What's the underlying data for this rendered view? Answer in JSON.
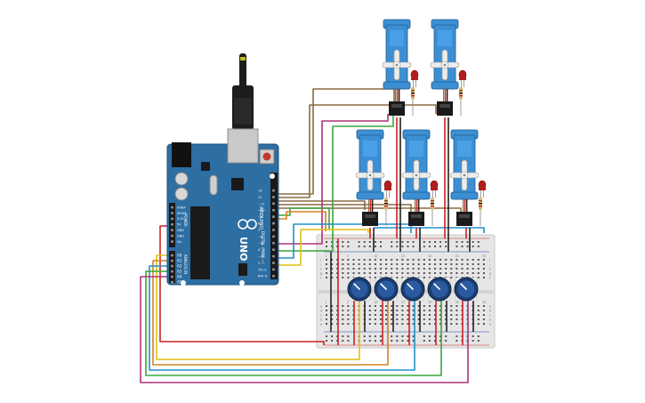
{
  "arduino": {
    "brand": "ARDUINO",
    "model": "UNO",
    "label_aref": "AREF",
    "label_gnd": "GND",
    "label_digital": "DIGITAL (PWM ~)",
    "label_tx": "TX",
    "label_rx": "RX",
    "label_power": "POWER",
    "label_analog": "ANALOG IN",
    "digital_pins": [
      "13",
      "12",
      "~11",
      "~10",
      "~9",
      "8",
      "7",
      "~6",
      "~5",
      "4",
      "~3",
      "2",
      "TX→1",
      "RX←0"
    ],
    "power_pins": [
      "IOREF",
      "RESET",
      "3.3V",
      "5V",
      "GND",
      "GND",
      "Vin"
    ],
    "analog_pins": [
      "A0",
      "A1",
      "A2",
      "A3",
      "A4",
      "A5"
    ]
  },
  "breadboard": {
    "row_letters_top": [
      "j",
      "i",
      "h",
      "g",
      "f"
    ],
    "row_letters_bottom": [
      "e",
      "d",
      "c",
      "b",
      "a"
    ],
    "column_numbers": [
      "1",
      "5",
      "10",
      "15",
      "20",
      "25",
      "30"
    ]
  },
  "colors": {
    "board": "#2d6ea3",
    "servo": "#3d8fd4",
    "breadboard": "#e4e4e4",
    "wire_brown": "#8b6b43",
    "wire_magenta": "#b0307a",
    "wire_green": "#3aa53a",
    "wire_red": "#cc2222",
    "wire_yellow": "#e0c010",
    "wire_orange": "#d78022",
    "wire_blue": "#2090cc",
    "wire_black": "#222222"
  }
}
